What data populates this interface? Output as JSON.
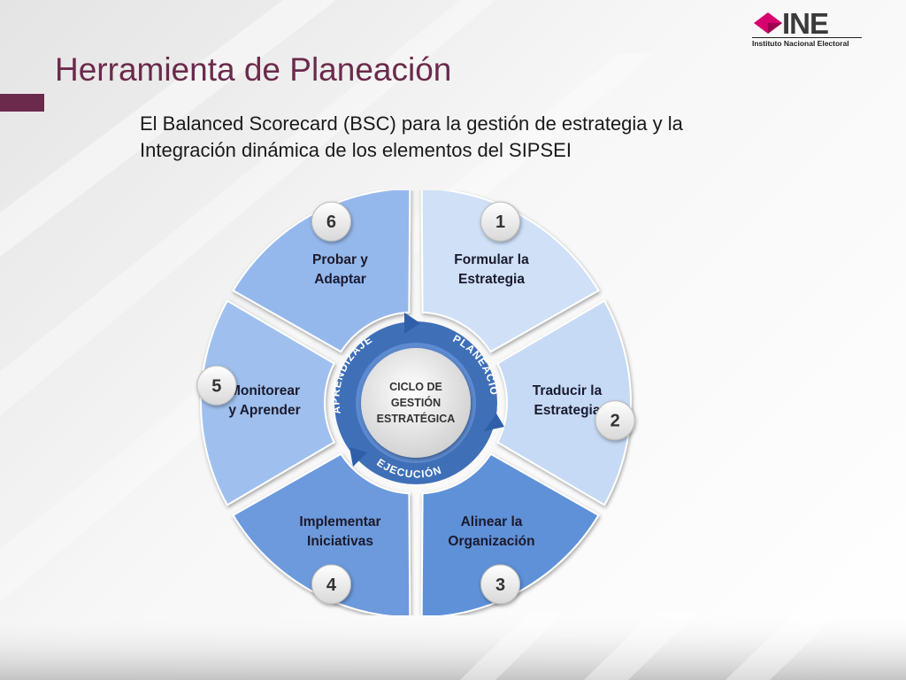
{
  "header": {
    "logo_text": "INE",
    "logo_subtitle": "Instituto Nacional Electoral",
    "title": "Herramienta de Planeación",
    "subtitle": "El Balanced Scorecard (BSC) para la gestión de estrategia y la Integración dinámica de los elementos del SIPSEI"
  },
  "diagram": {
    "center_lines": [
      "CICLO DE",
      "GESTIÓN",
      "ESTRATÉGICA"
    ],
    "arc_labels": {
      "planeacion": "PLANEACIÓN",
      "ejecucion": "EJECUCIÓN",
      "aprendizaje": "APRENDIZAJE"
    },
    "segments": [
      {
        "number": "1",
        "lines": [
          "Formular la",
          "Estrategia"
        ],
        "color": "#cfe0f7"
      },
      {
        "number": "2",
        "lines": [
          "Traducir la",
          "Estrategia"
        ],
        "color": "#c6daf5"
      },
      {
        "number": "3",
        "lines": [
          "Alinear la",
          "Organización"
        ],
        "color": "#5f91d8"
      },
      {
        "number": "4",
        "lines": [
          "Implementar",
          "Iniciativas"
        ],
        "color": "#6c9adc"
      },
      {
        "number": "5",
        "lines": [
          "Monitorear",
          "y Aprender"
        ],
        "color": "#9fc0ee"
      },
      {
        "number": "6",
        "lines": [
          "Probar y",
          "Adaptar"
        ],
        "color": "#95b8ec"
      }
    ]
  }
}
